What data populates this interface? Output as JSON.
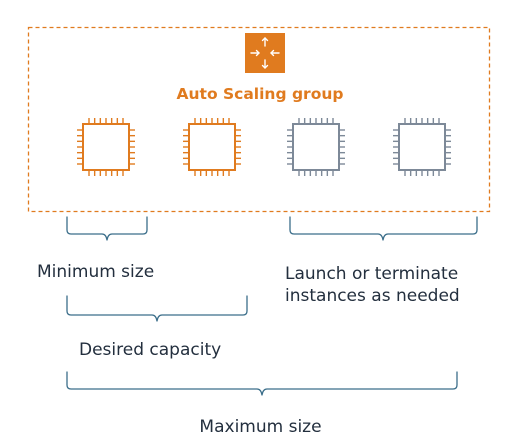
{
  "group": {
    "label": "Auto Scaling group",
    "icon": "auto-scaling-icon"
  },
  "instances": [
    {
      "state": "active",
      "icon": "ec2-instance-chip-icon"
    },
    {
      "state": "active",
      "icon": "ec2-instance-chip-icon"
    },
    {
      "state": "optional",
      "icon": "ec2-instance-chip-icon"
    },
    {
      "state": "optional",
      "icon": "ec2-instance-chip-icon"
    }
  ],
  "labels": {
    "minimum_size": "Minimum size",
    "launch_line1": "Launch or terminate",
    "launch_line2": "instances as needed",
    "desired_capacity": "Desired capacity",
    "maximum_size": "Maximum size"
  },
  "colors": {
    "accent": "#e07b1f",
    "inactive": "#7d8998",
    "text": "#232f3e",
    "bracket": "#3b6e8a"
  }
}
